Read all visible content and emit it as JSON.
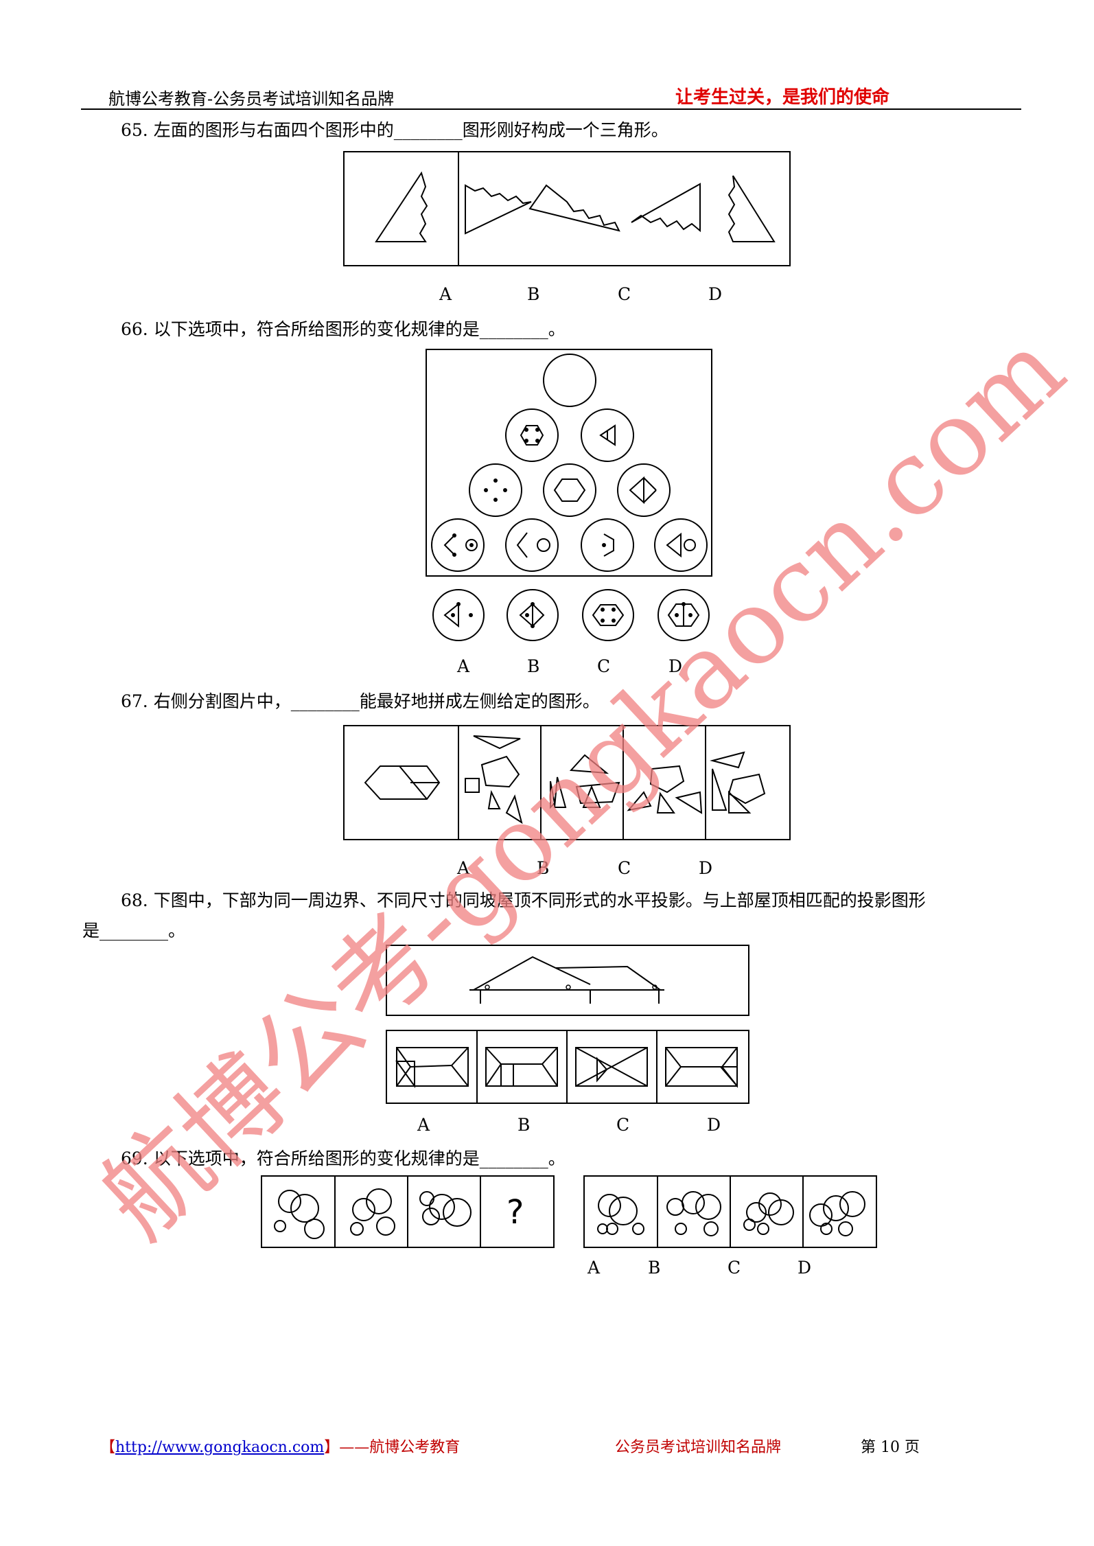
{
  "header": {
    "left": "航博公考教育-公务员考试培训知名品牌",
    "right": "让考生过关，是我们的使命"
  },
  "questions": [
    {
      "num": "65.",
      "text": "左面的图形与右面四个图形中的________图形刚好构成一个三角形。",
      "options": [
        "A",
        "B",
        "C",
        "D"
      ]
    },
    {
      "num": "66.",
      "text": "以下选项中，符合所给图形的变化规律的是________。",
      "options": [
        "A",
        "B",
        "C",
        "D"
      ]
    },
    {
      "num": "67.",
      "text": "右侧分割图片中，________能最好地拼成左侧给定的图形。",
      "options": [
        "A",
        "B",
        "C",
        "D"
      ]
    },
    {
      "num": "68.",
      "text": "下图中，下部为同一周边界、不同尺寸的同坡屋顶不同形式的水平投影。与上部屋顶相匹配的投影图形",
      "text2": "是________。",
      "options": [
        "A",
        "B",
        "C",
        "D"
      ]
    },
    {
      "num": "69.",
      "text": "以下选项中，符合所给图形的变化规律的是________。",
      "options": [
        "A",
        "B",
        "C",
        "D"
      ],
      "question_mark": "?"
    }
  ],
  "watermark": {
    "text": "航博公考-gongkaocn.com"
  },
  "footer": {
    "bracket_open": "【",
    "url": "http://www.gongkaocn.com",
    "bracket_close": "】",
    "brand": "——航博公考教育",
    "slogan": "公务员考试培训知名品牌",
    "page": "第 10 页"
  },
  "colors": {
    "accent_red": "#e00000",
    "link_blue": "#0000cc",
    "watermark": "#f08080"
  }
}
